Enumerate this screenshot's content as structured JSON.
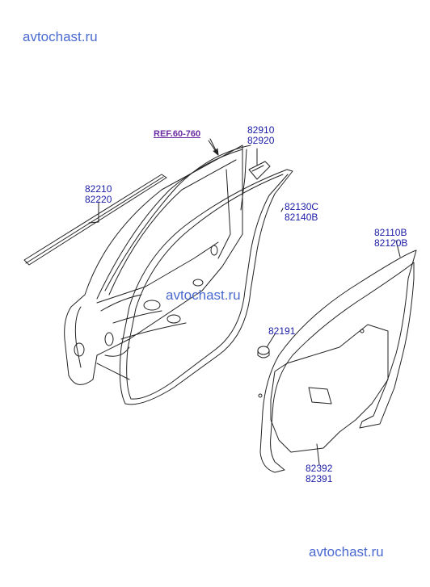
{
  "watermark": "avtochast.ru",
  "reference": "REF.60-760",
  "parts": [
    {
      "id": "p1",
      "codes": [
        "82910",
        "82920"
      ]
    },
    {
      "id": "p2",
      "codes": [
        "82210",
        "82220"
      ]
    },
    {
      "id": "p3",
      "codes": [
        "82130C",
        "82140B"
      ]
    },
    {
      "id": "p4",
      "codes": [
        "82110B",
        "82120B"
      ]
    },
    {
      "id": "p5",
      "codes": [
        "82191"
      ]
    },
    {
      "id": "p6",
      "codes": [
        "82392",
        "82391"
      ]
    }
  ],
  "colors": {
    "label": "#1a1aa6",
    "watermark": "#4a6ad0",
    "reference": "#6a2aa0",
    "line": "#222222"
  }
}
